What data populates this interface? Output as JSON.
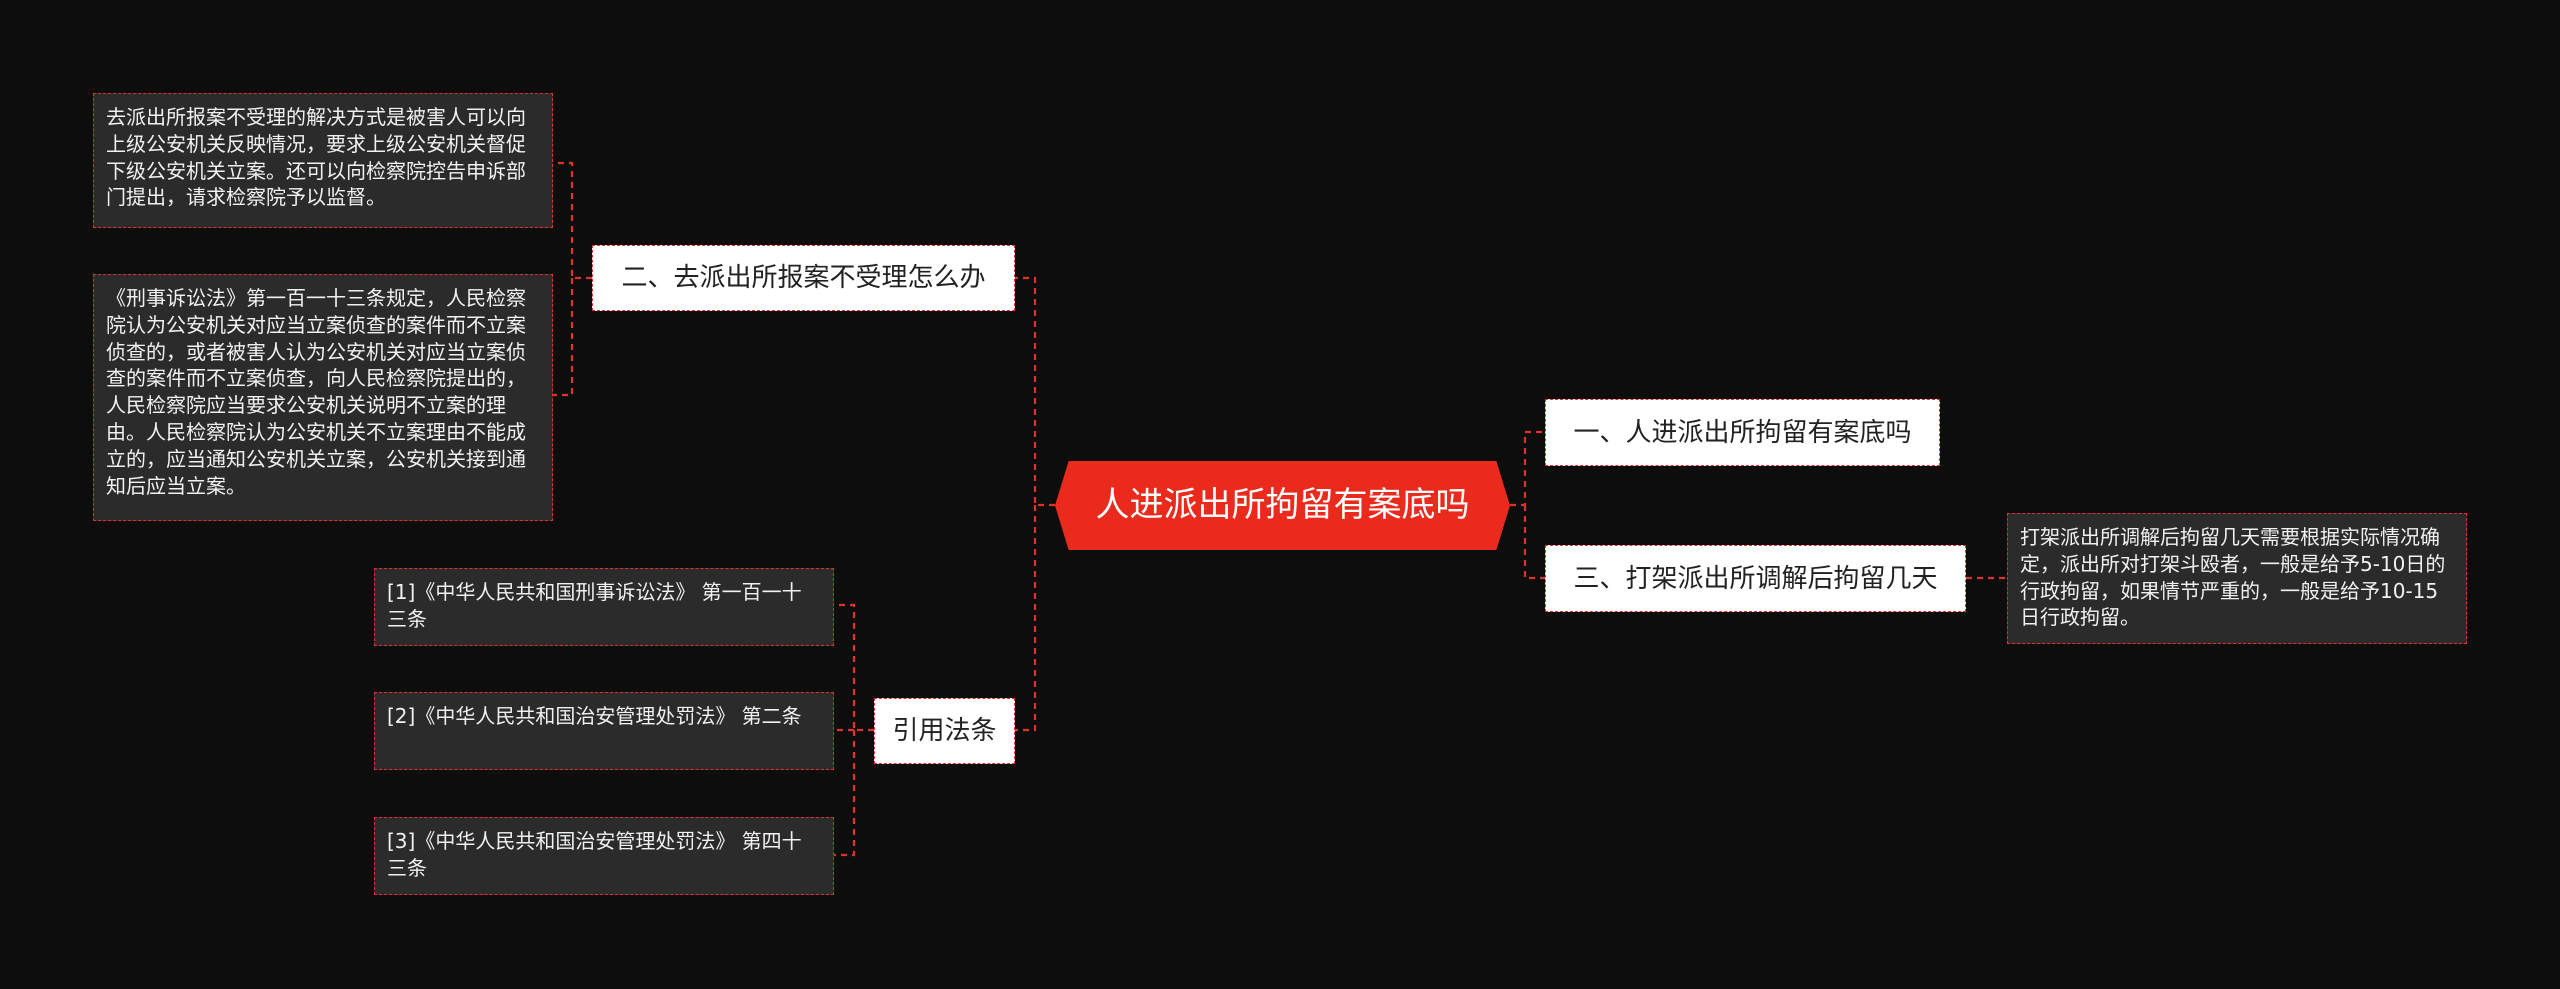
{
  "root": {
    "label": "人进派出所拘留有案底吗"
  },
  "branches": {
    "b1": {
      "label": "一、人进派出所拘留有案底吗"
    },
    "b2": {
      "label": "二、去派出所报案不受理怎么办"
    },
    "b3": {
      "label": "三、打架派出所调解后拘留几天"
    },
    "b4": {
      "label": "引用法条"
    }
  },
  "leaves": {
    "b2_1": "去派出所报案不受理的解决方式是被害人可以向上级公安机关反映情况，要求上级公安机关督促下级公安机关立案。还可以向检察院控告申诉部门提出，请求检察院予以监督。",
    "b2_2": "《刑事诉讼法》第一百一十三条规定，人民检察院认为公安机关对应当立案侦查的案件而不立案侦查的，或者被害人认为公安机关对应当立案侦查的案件而不立案侦查，向人民检察院提出的，人民检察院应当要求公安机关说明不立案的理由。人民检察院认为公安机关不立案理由不能成立的，应当通知公安机关立案，公安机关接到通知后应当立案。",
    "b3_1": "打架派出所调解后拘留几天需要根据实际情况确定，派出所对打架斗殴者，一般是给予5-10日的行政拘留，如果情节严重的，一般是给予10-15日行政拘留。",
    "b4_1": "[1]《中华人民共和国刑事诉讼法》 第一百一十三条",
    "b4_2": "[2]《中华人民共和国治安管理处罚法》 第二条",
    "b4_3": "[3]《中华人民共和国治安管理处罚法》 第四十三条"
  },
  "colors": {
    "background": "#0d0d0e",
    "accent": "#ea2a1d",
    "connector": "#e0322a",
    "branch_bg": "#ffffff",
    "leaf_bg": "#2b2b2c"
  }
}
